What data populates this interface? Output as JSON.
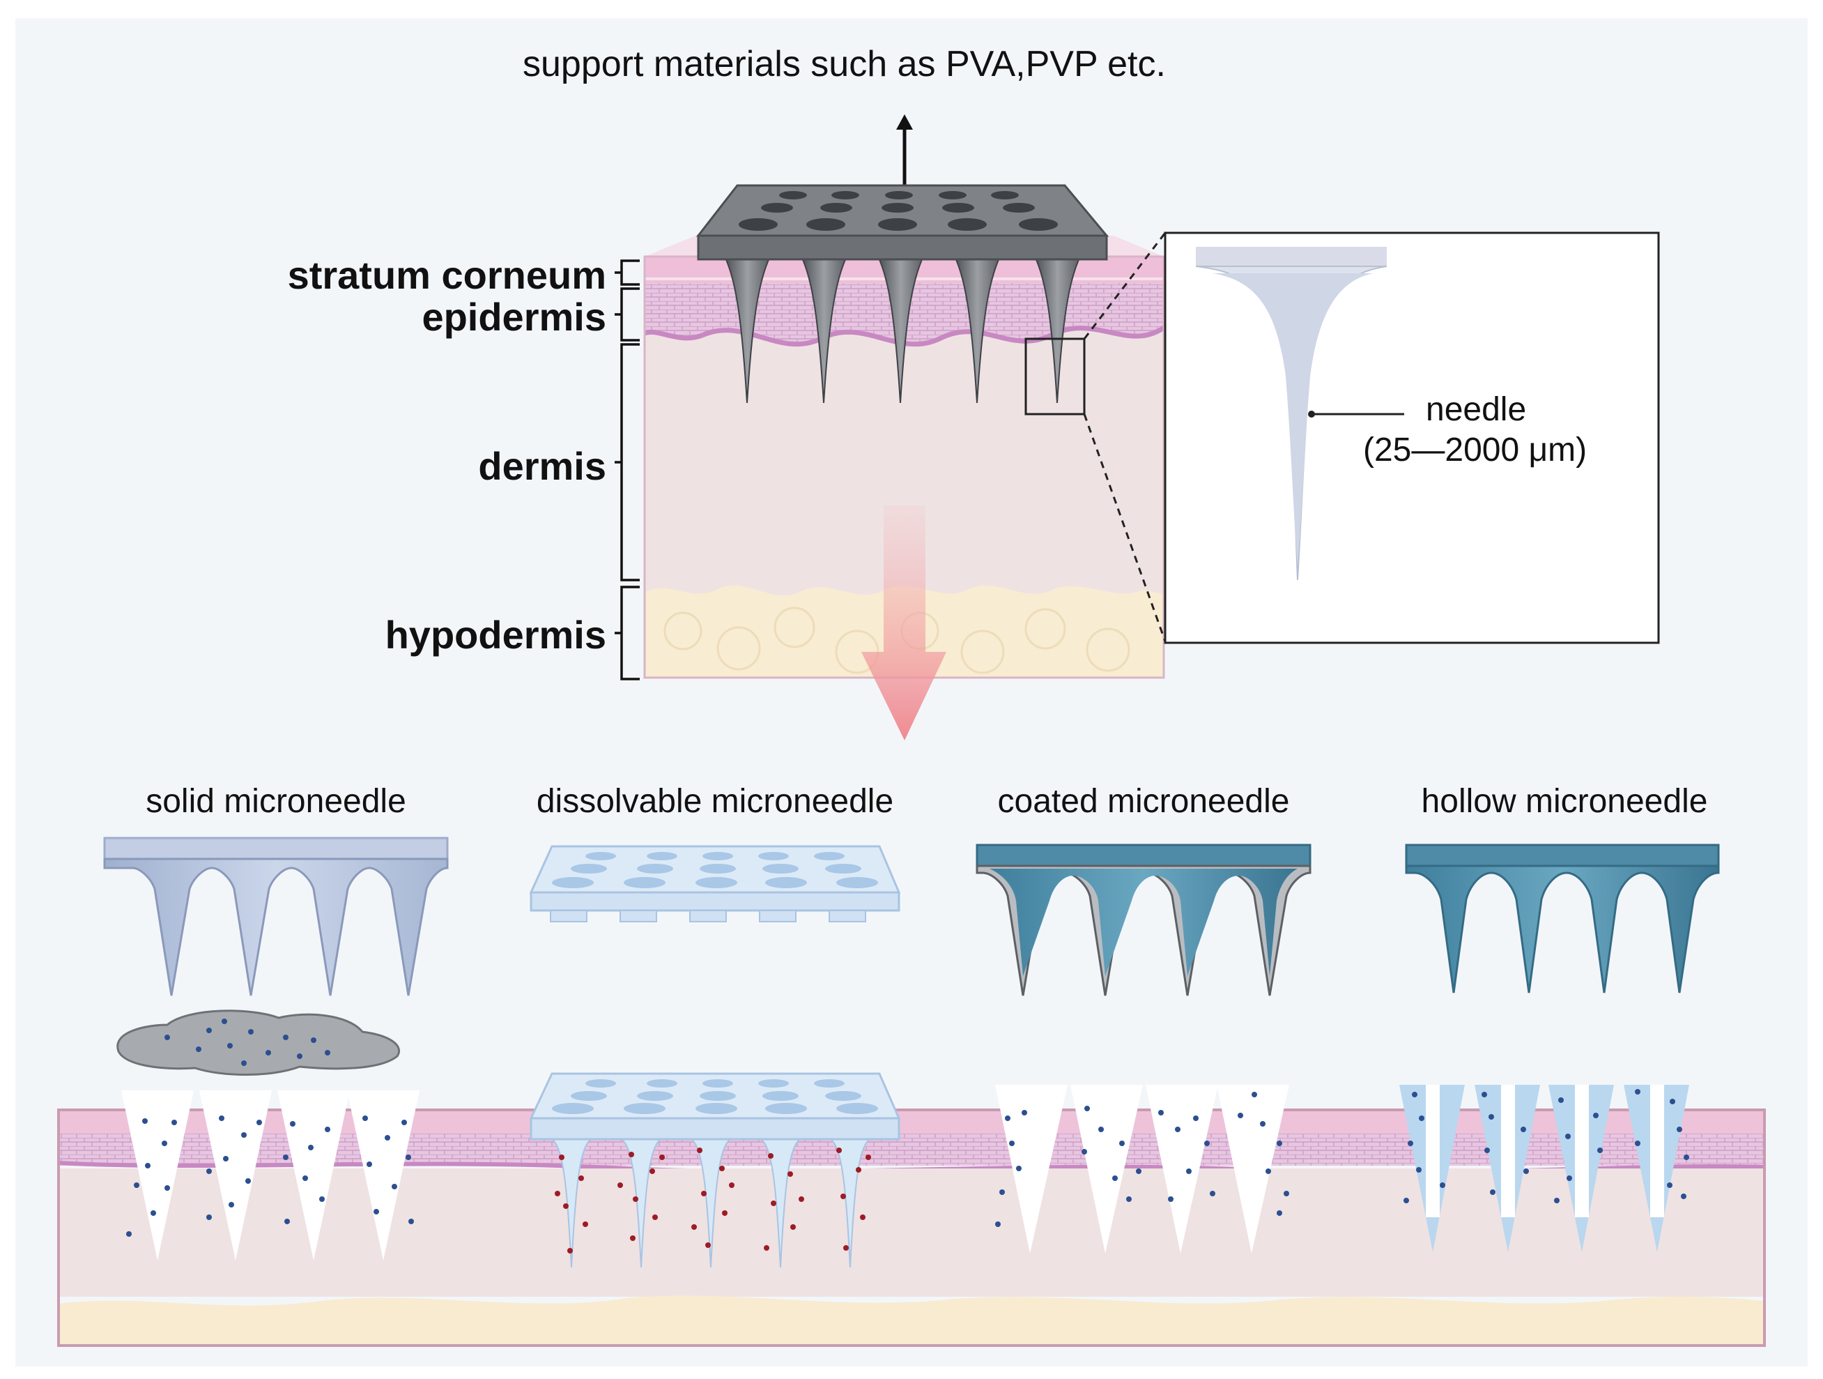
{
  "header": {
    "top_label": "support materials such as PVA,PVP etc."
  },
  "layers": [
    {
      "label": "stratum corneum"
    },
    {
      "label": "epidermis"
    },
    {
      "label": "dermis"
    },
    {
      "label": "hypodermis"
    }
  ],
  "inset": {
    "needle_label": "needle",
    "needle_size": "(25—2000 μm)"
  },
  "types": [
    {
      "label": "solid microneedle"
    },
    {
      "label": "dissolvable microneedle"
    },
    {
      "label": "coated microneedle"
    },
    {
      "label": "hollow microneedle"
    }
  ],
  "colors": {
    "background": "#f3f6f9",
    "patch_gray": "#7b7f84",
    "skin_pink": "#e9c4dc",
    "dermis": "#efe1e1",
    "hypodermis": "#f8ecd3",
    "arrow": "#ef8e94",
    "drug_blue": "#2c4f8f",
    "drug_red": "#9e1b25"
  }
}
